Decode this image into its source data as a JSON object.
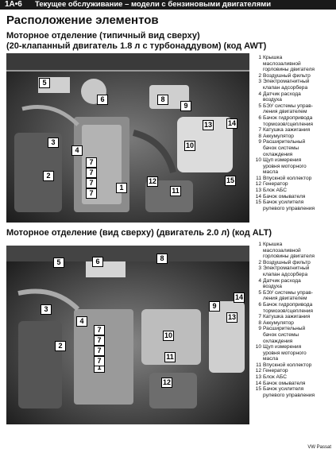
{
  "header": {
    "page_number": "1A•6",
    "title": "Текущее обслуживание – модели с бензиновыми двигателями"
  },
  "section_title": "Расположение элементов",
  "figure1": {
    "caption_line1": "Моторное отделение (типичный вид сверху)",
    "caption_line2": "(20-клапанный двигатель 1.8 л с турбонаддувом) (код AWT)",
    "callouts": [
      "1",
      "2",
      "3",
      "4",
      "5",
      "6",
      "7",
      "7",
      "7",
      "7",
      "8",
      "9",
      "10",
      "11",
      "12",
      "13",
      "14",
      "15"
    ],
    "legend": [
      {
        "n": "1",
        "t": "Крышка"
      },
      {
        "n": "",
        "t": "маслозаливной"
      },
      {
        "n": "",
        "t": "горловины двигателя"
      },
      {
        "n": "2",
        "t": "Воздушный фильтр"
      },
      {
        "n": "3",
        "t": "Электромагнитный"
      },
      {
        "n": "",
        "t": "клапан адсорбера"
      },
      {
        "n": "4",
        "t": "Датчик расхода"
      },
      {
        "n": "",
        "t": "воздуха"
      },
      {
        "n": "5",
        "t": "БЭУ системы управ-"
      },
      {
        "n": "",
        "t": "ления двигателем"
      },
      {
        "n": "6",
        "t": "Бачок гидропривода"
      },
      {
        "n": "",
        "t": "тормозов/сцепления"
      },
      {
        "n": "7",
        "t": "Катушка зажигания"
      },
      {
        "n": "8",
        "t": "Аккумулятор"
      },
      {
        "n": "9",
        "t": "Расширительный"
      },
      {
        "n": "",
        "t": "бачок системы"
      },
      {
        "n": "",
        "t": "охлаждения"
      },
      {
        "n": "10",
        "t": "Щуп измерения"
      },
      {
        "n": "",
        "t": "уровня моторного"
      },
      {
        "n": "",
        "t": "масла"
      },
      {
        "n": "11",
        "t": "Впускной коллектор"
      },
      {
        "n": "12",
        "t": "Генератор"
      },
      {
        "n": "13",
        "t": "Блок АБС"
      },
      {
        "n": "14",
        "t": "Бачок омывателя"
      },
      {
        "n": "15",
        "t": "Бачок усилителя"
      },
      {
        "n": "",
        "t": "рулевого управления"
      }
    ]
  },
  "figure2": {
    "caption": "Моторное отделение (вид сверху) (двигатель 2.0 л) (код ALT)",
    "callouts": [
      "1",
      "2",
      "3",
      "4",
      "5",
      "6",
      "7",
      "7",
      "7",
      "7",
      "8",
      "9",
      "10",
      "11",
      "12",
      "13",
      "14"
    ],
    "legend": [
      {
        "n": "1",
        "t": "Крышка"
      },
      {
        "n": "",
        "t": "маслозаливной"
      },
      {
        "n": "",
        "t": "горловины двигателя"
      },
      {
        "n": "2",
        "t": "Воздушный фильтр"
      },
      {
        "n": "3",
        "t": "Электромагнитный"
      },
      {
        "n": "",
        "t": "клапан адсорбера"
      },
      {
        "n": "4",
        "t": "Датчик расхода"
      },
      {
        "n": "",
        "t": "воздуха"
      },
      {
        "n": "5",
        "t": "БЭУ системы управ-"
      },
      {
        "n": "",
        "t": "ления двигателем"
      },
      {
        "n": "6",
        "t": "Бачок гидропривода"
      },
      {
        "n": "",
        "t": "тормозов/сцепления"
      },
      {
        "n": "7",
        "t": "Катушка зажигания"
      },
      {
        "n": "8",
        "t": "Аккумулятор"
      },
      {
        "n": "9",
        "t": "Расширительный"
      },
      {
        "n": "",
        "t": "бачок системы"
      },
      {
        "n": "",
        "t": "охлаждения"
      },
      {
        "n": "10",
        "t": "Щуп измерения"
      },
      {
        "n": "",
        "t": "уровня моторного"
      },
      {
        "n": "",
        "t": "масла"
      },
      {
        "n": "11",
        "t": "Впускной коллектор"
      },
      {
        "n": "12",
        "t": "Генератор"
      },
      {
        "n": "13",
        "t": "Блок АБС"
      },
      {
        "n": "14",
        "t": "Бачок омывателя"
      },
      {
        "n": "15",
        "t": "Бачок усилителя"
      },
      {
        "n": "",
        "t": "рулевого управления"
      }
    ]
  },
  "footer": "VW Passat"
}
